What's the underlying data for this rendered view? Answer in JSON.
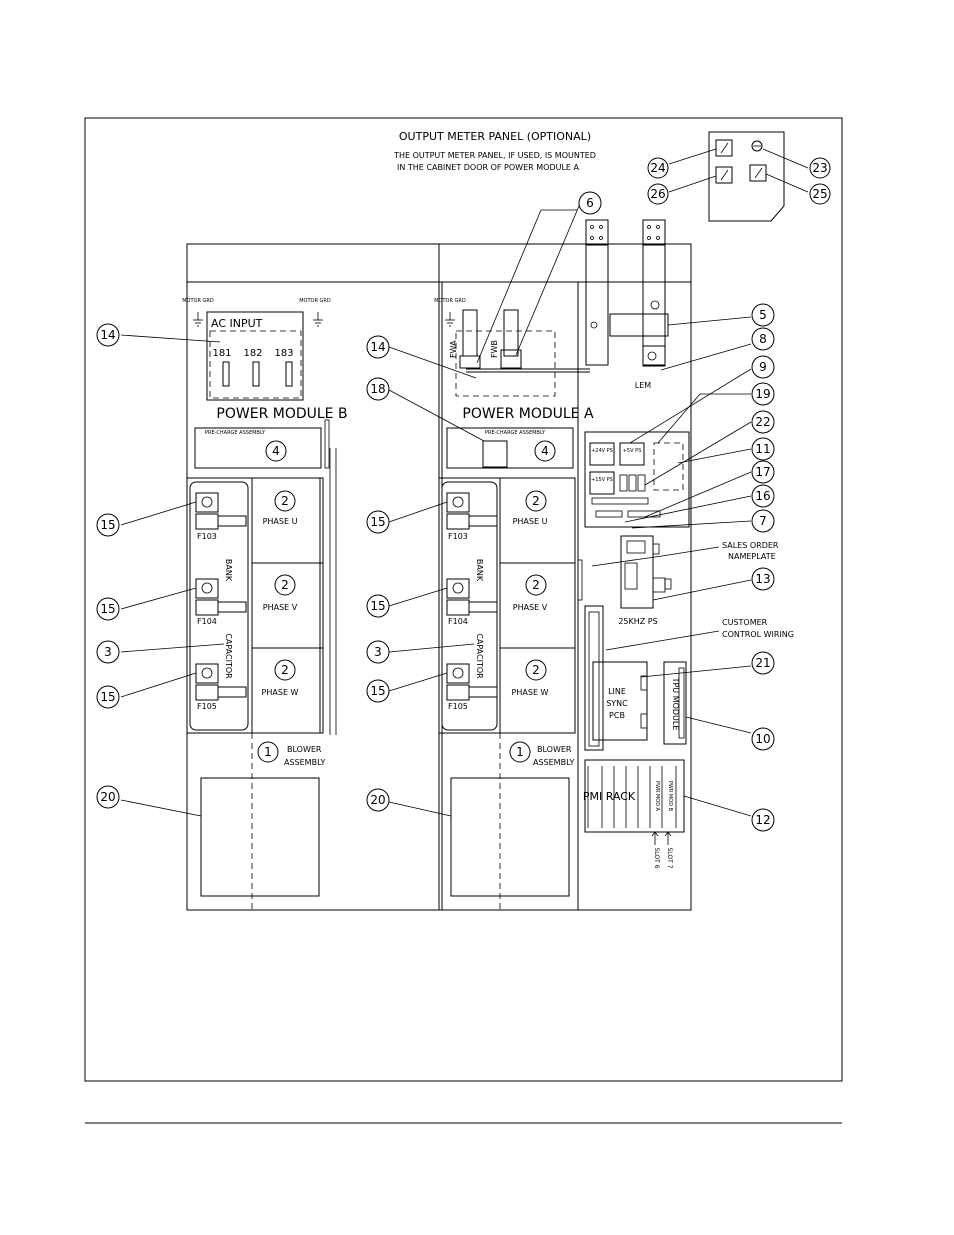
{
  "meter_panel": {
    "title": "OUTPUT METER PANEL (OPTIONAL)",
    "note_line1": "THE OUTPUT METER PANEL, IF USED, IS MOUNTED",
    "note_line2": "IN THE CABINET DOOR OF POWER MODULE A"
  },
  "module_b": {
    "name": "POWER MODULE  B",
    "ac_input": "AC INPUT",
    "terminals": [
      "181",
      "182",
      "183"
    ],
    "motor_grd": "MOTOR GRD",
    "precharge": "PRE-CHARGE ASSEMBLY",
    "fuses": [
      "F103",
      "F104",
      "F105"
    ],
    "phases": [
      "PHASE U",
      "PHASE V",
      "PHASE W"
    ],
    "bank": "BANK",
    "capacitor": "CAPACITOR",
    "blower_line1": "BLOWER",
    "blower_line2": "ASSEMBLY"
  },
  "module_a": {
    "name": "POWER MODULE  A",
    "motor_grd": "MOTOR GRD",
    "fwa": "FWA",
    "fwb": "FWB",
    "lem": "LEM",
    "precharge": "PRE-CHARGE ASSEMBLY",
    "fuses": [
      "F103",
      "F104",
      "F105"
    ],
    "phases": [
      "PHASE U",
      "PHASE V",
      "PHASE W"
    ],
    "bank": "BANK",
    "capacitor": "CAPACITOR",
    "blower_line1": "BLOWER",
    "blower_line2": "ASSEMBLY"
  },
  "electronics": {
    "ps_labels": [
      "+24V PS",
      "+5V PS",
      "+15V PS"
    ],
    "sales_order_line1": "SALES ORDER",
    "sales_order_line2": "NAMEPLATE",
    "ps_25khz": "25KHZ PS",
    "customer_line1": "CUSTOMER",
    "customer_line2": "CONTROL WIRING",
    "line_sync": [
      "LINE",
      "SYNC",
      "PCB"
    ],
    "tpu_module": "TPU MODULE",
    "pmi_rack": "PMI RACK",
    "pwr_mod_a": "PWR MOD A",
    "pwr_mod_b": "PWR MOD B",
    "slot_labels": [
      "SLOT 6",
      "SLOT 7"
    ]
  },
  "callouts": [
    "1",
    "2",
    "3",
    "4",
    "5",
    "6",
    "7",
    "8",
    "9",
    "10",
    "11",
    "12",
    "13",
    "14",
    "15",
    "16",
    "17",
    "18",
    "19",
    "20",
    "21",
    "22",
    "23",
    "24",
    "25",
    "26"
  ]
}
